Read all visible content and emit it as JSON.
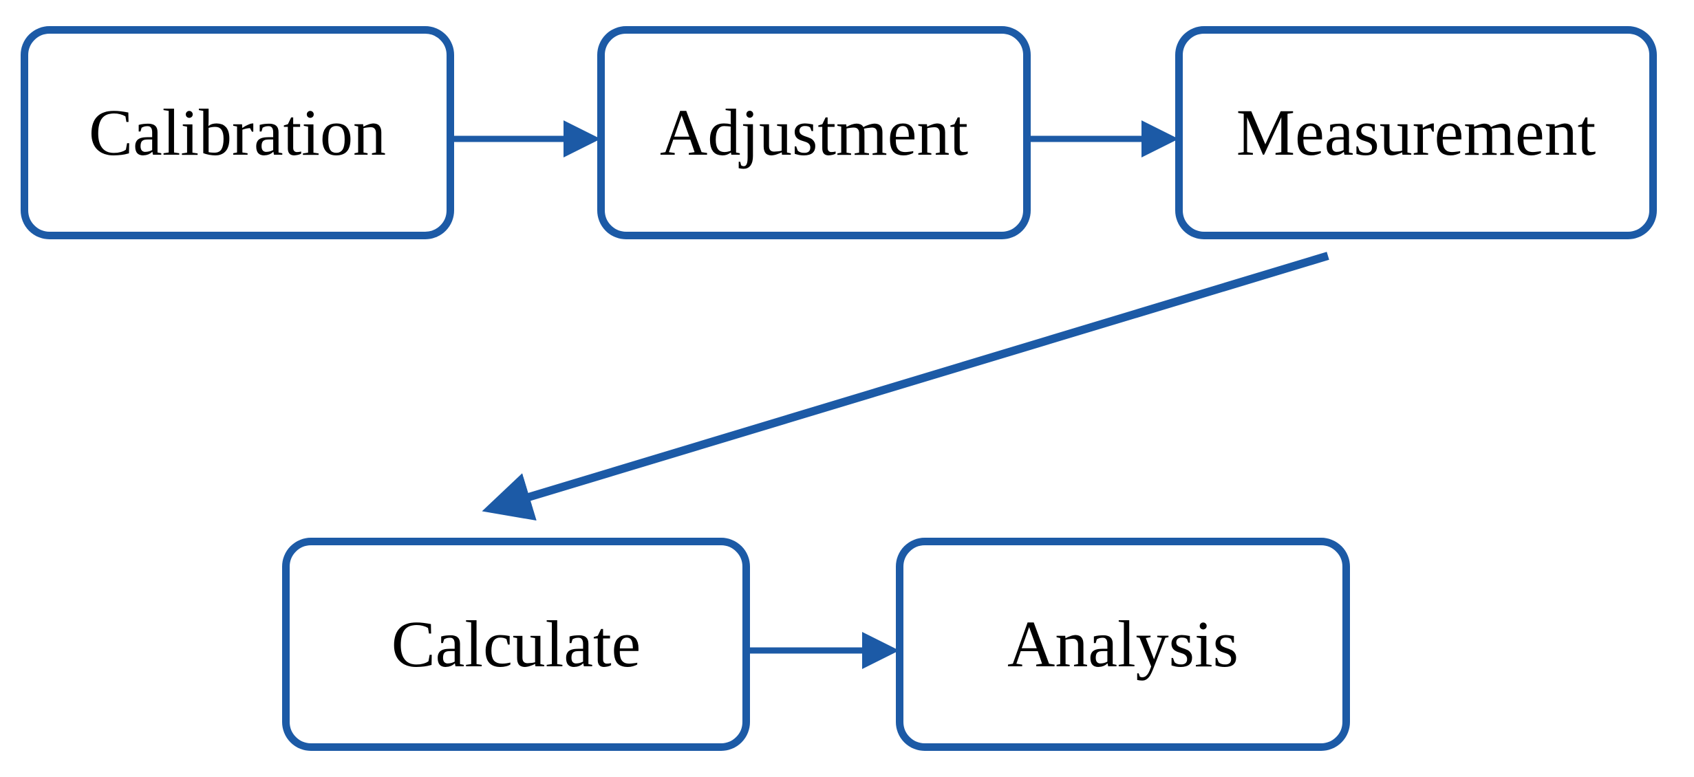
{
  "diagram": {
    "accent_color": "#1c5aa6",
    "nodes": {
      "calibration": "Calibration",
      "adjustment": "Adjustment",
      "measurement": "Measurement",
      "calculate": "Calculate",
      "analysis": "Analysis"
    },
    "edges": [
      {
        "from": "calibration",
        "to": "adjustment"
      },
      {
        "from": "adjustment",
        "to": "measurement"
      },
      {
        "from": "measurement",
        "to": "calculate"
      },
      {
        "from": "calculate",
        "to": "analysis"
      }
    ]
  }
}
